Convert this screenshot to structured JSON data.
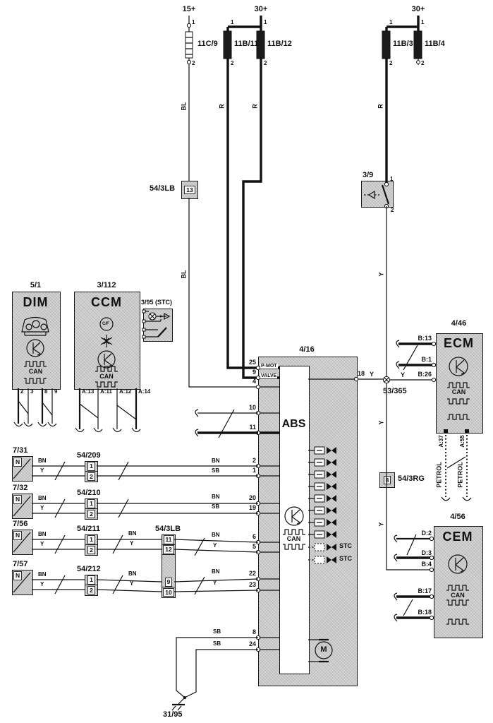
{
  "diagram": {
    "power": {
      "b15": "15+",
      "b30_mid": "30+",
      "b30_right": "30+",
      "pin1": "1",
      "pin2": "2"
    },
    "fuses": {
      "f11c9": "11C/9",
      "f11b11": "11B/11",
      "f11b12": "11B/12",
      "f11b3": "11B/3",
      "f11b4": "11B/4"
    },
    "wires": {
      "bl": "BL",
      "r": "R",
      "y": "Y",
      "bn": "BN",
      "sb": "SB"
    },
    "inline": {
      "c13_label": "54/3LB",
      "c13": "13",
      "c8_label": "54/3RG",
      "c8": "8",
      "splice": "53/365",
      "ground": "31/95"
    },
    "sw39": {
      "id": "3/9",
      "pin1": "1",
      "pin2": "2"
    },
    "dim": {
      "id": "5/1",
      "name": "DIM",
      "can": "CAN",
      "p1": "2",
      "p2": "3",
      "p3": "8",
      "p4": "9"
    },
    "ccm": {
      "id": "3/112",
      "name": "CCM",
      "can": "CAN",
      "cf": "C/F",
      "p1": "A:13",
      "p2": "A:11",
      "p3": "A:12",
      "p4": "A:14"
    },
    "stc_unit": {
      "id": "3/95 (STC)"
    },
    "abs": {
      "id": "4/16",
      "name": "ABS",
      "can": "CAN",
      "motor": "M",
      "stc1": "STC",
      "stc2": "STC",
      "p25": "25",
      "pmot": "P-MOT",
      "p9": "9",
      "pvalve": "VALVE",
      "p4": "4",
      "p10": "10",
      "p11": "11",
      "p2": "2",
      "p1": "1",
      "p20": "20",
      "p19": "19",
      "p6": "6",
      "p5": "5",
      "p22": "22",
      "p23": "23",
      "p8": "8",
      "p24": "24",
      "p18": "18"
    },
    "ecm": {
      "id": "4/46",
      "name": "ECM",
      "can": "CAN",
      "b13": "B:13",
      "b1": "B:1",
      "b26": "B:26",
      "a37": "A:37",
      "a55": "A:55",
      "petrol1": "PETROL",
      "petrol2": "PETROL"
    },
    "cem": {
      "id": "4/56",
      "name": "CEM",
      "can": "CAN",
      "d2": "D:2",
      "d3": "D:3",
      "b4": "B:4",
      "b17": "B:17",
      "b18": "B:18"
    },
    "sensors": {
      "s1": {
        "id": "7/31",
        "n": "N",
        "conn": "54/209",
        "c1": "1",
        "c2": "2"
      },
      "s2": {
        "id": "7/32",
        "n": "N",
        "conn": "54/210",
        "c1": "1",
        "c2": "2"
      },
      "s3": {
        "id": "7/56",
        "n": "N",
        "conn": "54/211",
        "c1": "1",
        "c2": "2"
      },
      "s4": {
        "id": "7/57",
        "n": "N",
        "conn": "54/212",
        "c1": "1",
        "c2": "2"
      }
    },
    "conn3lb": {
      "label": "54/3LB",
      "c11": "11",
      "c12": "12",
      "c9": "9",
      "c10": "10"
    }
  }
}
